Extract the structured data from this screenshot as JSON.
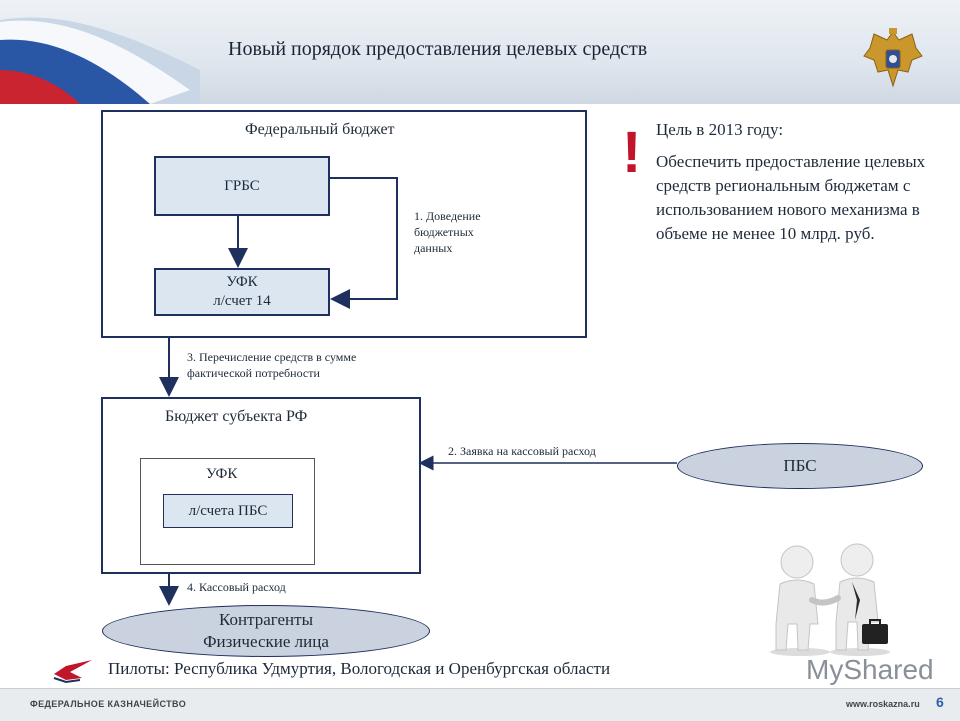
{
  "header": {
    "title": "Новый порядок предоставления целевых средств"
  },
  "federal_budget": {
    "title": "Федеральный бюджет",
    "grbs": "ГРБС",
    "ufk_line1": "УФК",
    "ufk_line2": "л/счет 14"
  },
  "step1": {
    "line1": "1. Доведение",
    "line2": "бюджетных",
    "line3": "данных"
  },
  "step3": {
    "line1": "3. Перечисление средств в сумме",
    "line2": "фактической потребности"
  },
  "subject_budget": {
    "title": "Бюджет субъекта РФ",
    "ufk": "УФК",
    "account": "л/счета ПБС"
  },
  "step2": "2. Заявка на кассовый расход",
  "pbs": "ПБС",
  "step4": "4. Кассовый расход",
  "counterparties": {
    "line1": "Контрагенты",
    "line2": "Физические лица"
  },
  "goal": {
    "mark": "!",
    "heading": "Цель в 2013 году:",
    "text": "Обеспечить предоставление целевых средств региональным бюджетам с использованием нового механизма в объеме не менее 10 млрд. руб."
  },
  "pilots": "Пилоты: Республика Удмуртия, Вологодская и Оренбургская области",
  "footer": {
    "org": "ФЕДЕРАЛЬНОЕ КАЗНАЧЕЙСТВО",
    "site": "www.roskazna.ru",
    "page": "6"
  },
  "watermark": "MyShared",
  "colors": {
    "box_border": "#1f2f5e",
    "box_fill": "#dbe6f1",
    "ellipse_fill": "#c9d2de",
    "accent_red": "#c0152b"
  }
}
